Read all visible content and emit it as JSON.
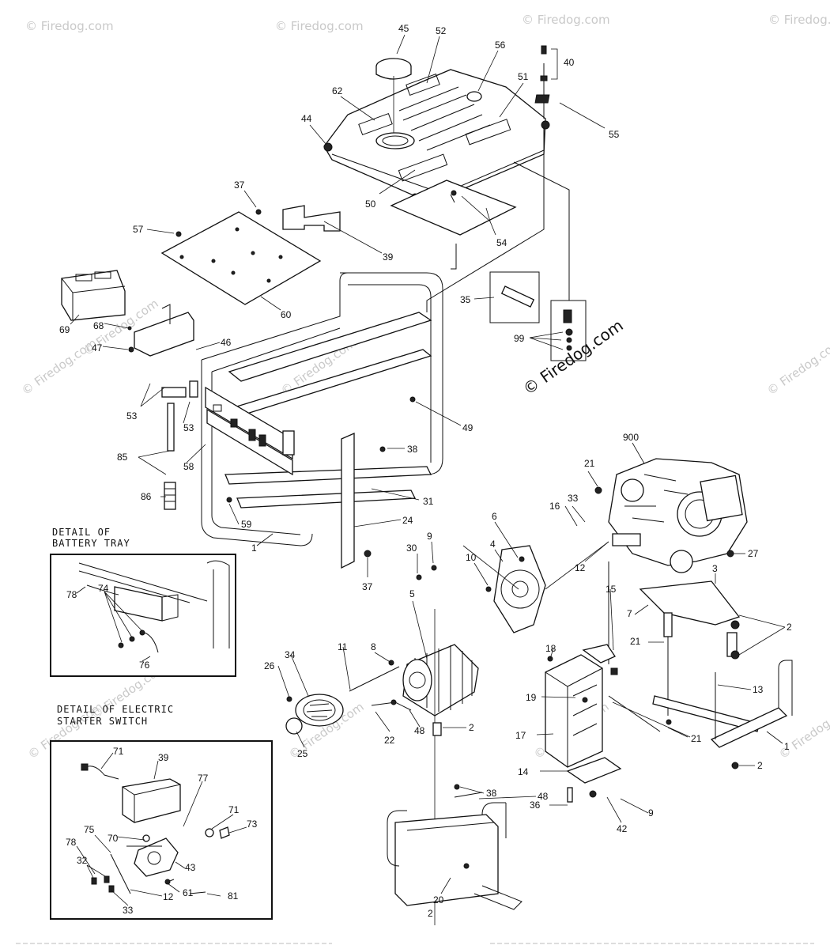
{
  "watermark": {
    "small_text": "© Firedog.com",
    "center_text": "© Firedog.com"
  },
  "details": {
    "battery_tray_title": [
      "DETAIL OF",
      "BATTERY TRAY"
    ],
    "starter_switch_title": [
      "DETAIL OF ELECTRIC",
      "STARTER SWITCH"
    ]
  },
  "callouts": [
    {
      "id": "c45",
      "text": "45"
    },
    {
      "id": "c52",
      "text": "52"
    },
    {
      "id": "c56",
      "text": "56"
    },
    {
      "id": "c40",
      "text": "40"
    },
    {
      "id": "c62",
      "text": "62"
    },
    {
      "id": "c51",
      "text": "51"
    },
    {
      "id": "c44",
      "text": "44"
    },
    {
      "id": "c55",
      "text": "55"
    },
    {
      "id": "c50",
      "text": "50"
    },
    {
      "id": "c54",
      "text": "54"
    },
    {
      "id": "c37a",
      "text": "37"
    },
    {
      "id": "c57",
      "text": "57"
    },
    {
      "id": "c39a",
      "text": "39"
    },
    {
      "id": "c60",
      "text": "60"
    },
    {
      "id": "c35",
      "text": "35"
    },
    {
      "id": "c69",
      "text": "69"
    },
    {
      "id": "c68",
      "text": "68"
    },
    {
      "id": "c47",
      "text": "47"
    },
    {
      "id": "c46",
      "text": "46"
    },
    {
      "id": "c99",
      "text": "99"
    },
    {
      "id": "c53a",
      "text": "53"
    },
    {
      "id": "c53b",
      "text": "53"
    },
    {
      "id": "c49",
      "text": "49"
    },
    {
      "id": "c58",
      "text": "58"
    },
    {
      "id": "c85",
      "text": "85"
    },
    {
      "id": "c38a",
      "text": "38"
    },
    {
      "id": "c900",
      "text": "900"
    },
    {
      "id": "c21a",
      "text": "21"
    },
    {
      "id": "c86",
      "text": "86"
    },
    {
      "id": "c31",
      "text": "31"
    },
    {
      "id": "c33a",
      "text": "33"
    },
    {
      "id": "c16",
      "text": "16"
    },
    {
      "id": "c59",
      "text": "59"
    },
    {
      "id": "c24",
      "text": "24"
    },
    {
      "id": "c1a",
      "text": "1"
    },
    {
      "id": "c6",
      "text": "6"
    },
    {
      "id": "c27",
      "text": "27"
    },
    {
      "id": "c30",
      "text": "30"
    },
    {
      "id": "c9a",
      "text": "9"
    },
    {
      "id": "c4",
      "text": "4"
    },
    {
      "id": "c10",
      "text": "10"
    },
    {
      "id": "c12a",
      "text": "12"
    },
    {
      "id": "c3",
      "text": "3"
    },
    {
      "id": "c37b",
      "text": "37"
    },
    {
      "id": "c5",
      "text": "5"
    },
    {
      "id": "c7",
      "text": "7"
    },
    {
      "id": "c2a",
      "text": "2"
    },
    {
      "id": "c78a",
      "text": "78"
    },
    {
      "id": "c74",
      "text": "74"
    },
    {
      "id": "c15",
      "text": "15"
    },
    {
      "id": "c21b",
      "text": "21"
    },
    {
      "id": "c8",
      "text": "8"
    },
    {
      "id": "c34",
      "text": "34"
    },
    {
      "id": "c11",
      "text": "11"
    },
    {
      "id": "c18",
      "text": "18"
    },
    {
      "id": "c26",
      "text": "26"
    },
    {
      "id": "c76",
      "text": "76"
    },
    {
      "id": "c13",
      "text": "13"
    },
    {
      "id": "c19",
      "text": "19"
    },
    {
      "id": "c22",
      "text": "22"
    },
    {
      "id": "c48a",
      "text": "48"
    },
    {
      "id": "c2b",
      "text": "2"
    },
    {
      "id": "c17",
      "text": "17"
    },
    {
      "id": "c21c",
      "text": "21"
    },
    {
      "id": "c1b",
      "text": "1"
    },
    {
      "id": "c25",
      "text": "25"
    },
    {
      "id": "c71a",
      "text": "71"
    },
    {
      "id": "c39b",
      "text": "39"
    },
    {
      "id": "c2c",
      "text": "2"
    },
    {
      "id": "c14",
      "text": "14"
    },
    {
      "id": "c38b",
      "text": "38"
    },
    {
      "id": "c48b",
      "text": "48"
    },
    {
      "id": "c77",
      "text": "77"
    },
    {
      "id": "c36",
      "text": "36"
    },
    {
      "id": "c9b",
      "text": "9"
    },
    {
      "id": "c71b",
      "text": "71"
    },
    {
      "id": "c73",
      "text": "73"
    },
    {
      "id": "c70",
      "text": "70"
    },
    {
      "id": "c42",
      "text": "42"
    },
    {
      "id": "c75",
      "text": "75"
    },
    {
      "id": "c78b",
      "text": "78"
    },
    {
      "id": "c43",
      "text": "43"
    },
    {
      "id": "c32",
      "text": "32"
    },
    {
      "id": "c61",
      "text": "61"
    },
    {
      "id": "c81",
      "text": "81"
    },
    {
      "id": "c12b",
      "text": "12"
    },
    {
      "id": "c33b",
      "text": "33"
    },
    {
      "id": "c20",
      "text": "20"
    },
    {
      "id": "c2d",
      "text": "2"
    }
  ]
}
